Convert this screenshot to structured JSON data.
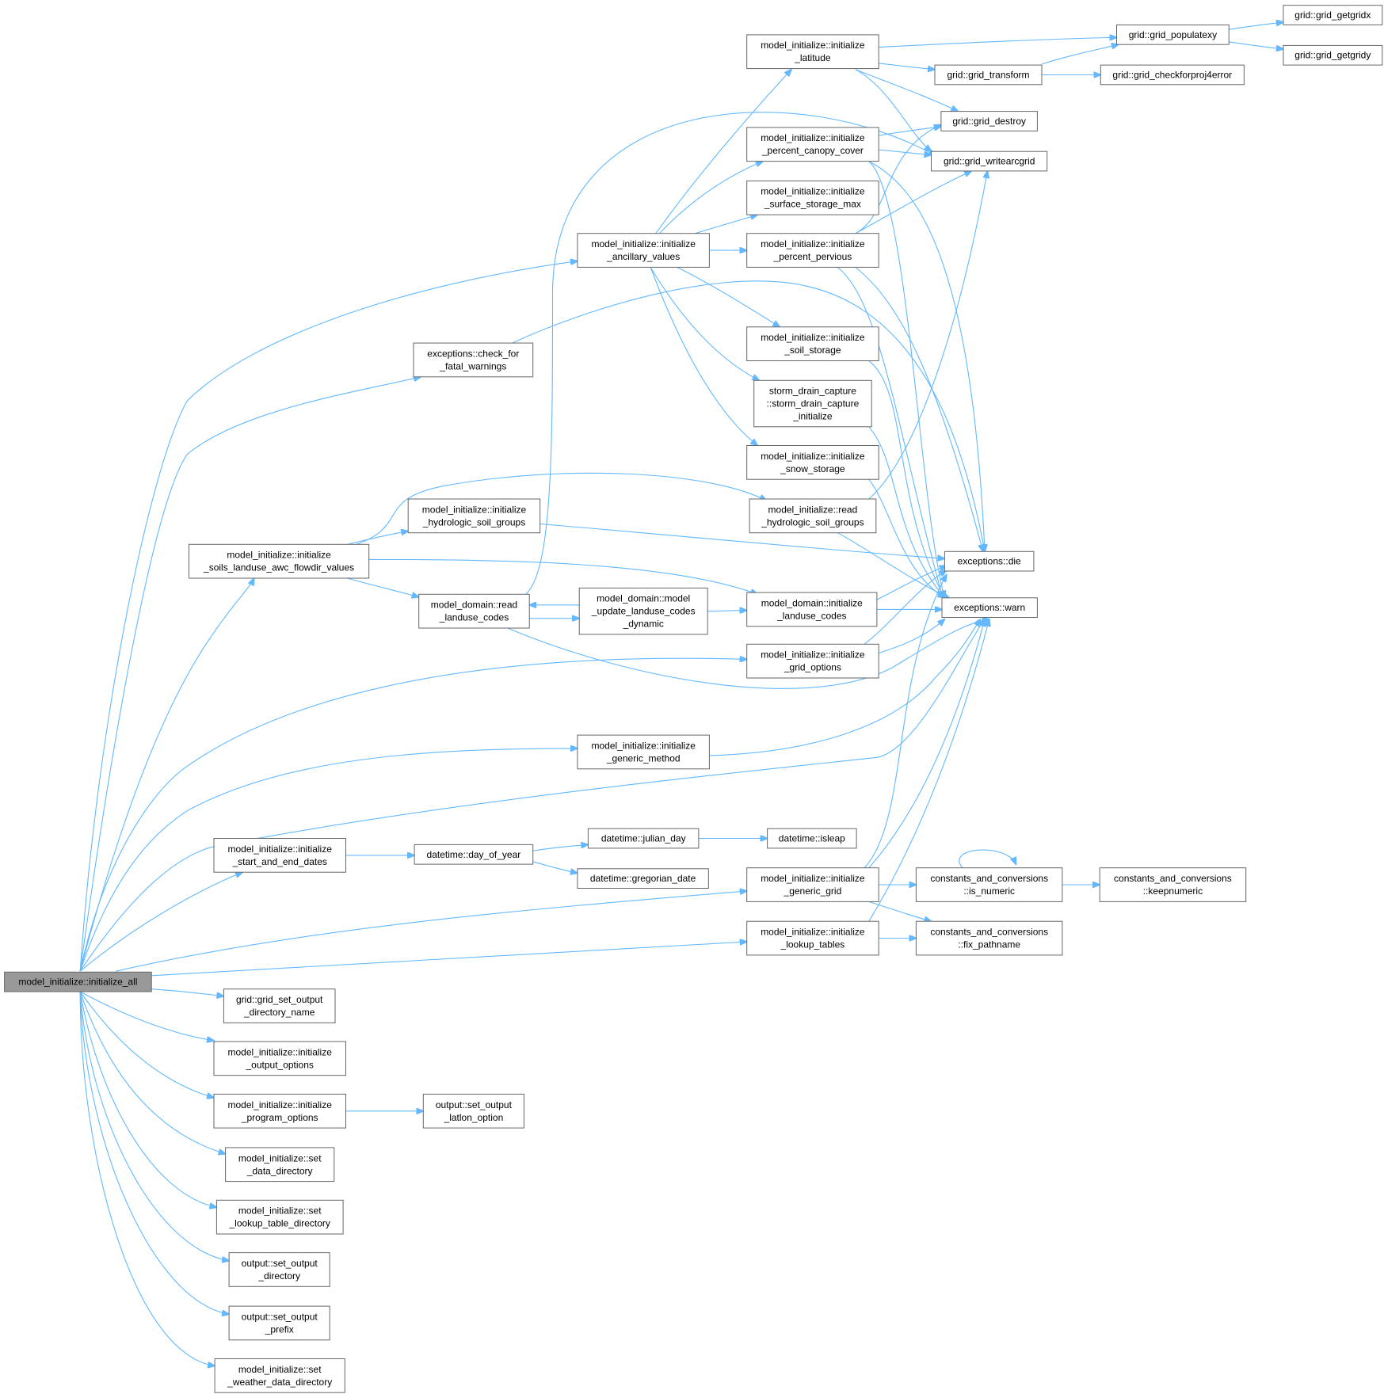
{
  "diagram": {
    "type": "call-graph",
    "root": "model_initialize::initialize_all",
    "colors": {
      "edge": "#63b8ff",
      "node_border": "#666666",
      "root_fill": "#999999",
      "node_fill": "#ffffff"
    },
    "nodes": [
      {
        "id": "root",
        "lines": [
          "model_initialize::initialize_all"
        ]
      },
      {
        "id": "n_lat",
        "lines": [
          "model_initialize::initialize",
          "_latitude"
        ]
      },
      {
        "id": "n_pop",
        "lines": [
          "grid::grid_populatexy"
        ]
      },
      {
        "id": "n_gx",
        "lines": [
          "grid::grid_getgridx"
        ]
      },
      {
        "id": "n_gy",
        "lines": [
          "grid::grid_getgridy"
        ]
      },
      {
        "id": "n_trans",
        "lines": [
          "grid::grid_transform"
        ]
      },
      {
        "id": "n_check",
        "lines": [
          "grid::grid_checkforproj4error"
        ]
      },
      {
        "id": "n_destroy",
        "lines": [
          "grid::grid_destroy"
        ]
      },
      {
        "id": "n_write",
        "lines": [
          "grid::grid_writearcgrid"
        ]
      },
      {
        "id": "n_canopy",
        "lines": [
          "model_initialize::initialize",
          "_percent_canopy_cover"
        ]
      },
      {
        "id": "n_surf",
        "lines": [
          "model_initialize::initialize",
          "_surface_storage_max"
        ]
      },
      {
        "id": "n_anc",
        "lines": [
          "model_initialize::initialize",
          "_ancillary_values"
        ]
      },
      {
        "id": "n_perv",
        "lines": [
          "model_initialize::initialize",
          "_percent_pervious"
        ]
      },
      {
        "id": "n_fatal",
        "lines": [
          "exceptions::check_for",
          "_fatal_warnings"
        ]
      },
      {
        "id": "n_soil",
        "lines": [
          "model_initialize::initialize",
          "_soil_storage"
        ]
      },
      {
        "id": "n_storm",
        "lines": [
          "storm_drain_capture",
          "::storm_drain_capture",
          "_initialize"
        ]
      },
      {
        "id": "n_snow",
        "lines": [
          "model_initialize::initialize",
          "_snow_storage"
        ]
      },
      {
        "id": "n_hsg",
        "lines": [
          "model_initialize::initialize",
          "_hydrologic_soil_groups"
        ]
      },
      {
        "id": "n_rhsg",
        "lines": [
          "model_initialize::read",
          "_hydrologic_soil_groups"
        ]
      },
      {
        "id": "n_die",
        "lines": [
          "exceptions::die"
        ]
      },
      {
        "id": "n_soils",
        "lines": [
          "model_initialize::initialize",
          "_soils_landuse_awc_flowdir_values"
        ]
      },
      {
        "id": "n_rlu",
        "lines": [
          "model_domain::read",
          "_landuse_codes"
        ]
      },
      {
        "id": "n_upd",
        "lines": [
          "model_domain::model",
          "_update_landuse_codes",
          "_dynamic"
        ]
      },
      {
        "id": "n_ilu",
        "lines": [
          "model_domain::initialize",
          "_landuse_codes"
        ]
      },
      {
        "id": "n_warn",
        "lines": [
          "exceptions::warn"
        ]
      },
      {
        "id": "n_gopt",
        "lines": [
          "model_initialize::initialize",
          "_grid_options"
        ]
      },
      {
        "id": "n_gen",
        "lines": [
          "model_initialize::initialize",
          "_generic_method"
        ]
      },
      {
        "id": "n_dates",
        "lines": [
          "model_initialize::initialize",
          "_start_and_end_dates"
        ]
      },
      {
        "id": "n_jul",
        "lines": [
          "datetime::julian_day"
        ]
      },
      {
        "id": "n_leap",
        "lines": [
          "datetime::isleap"
        ]
      },
      {
        "id": "n_doy",
        "lines": [
          "datetime::day_of_year"
        ]
      },
      {
        "id": "n_greg",
        "lines": [
          "datetime::gregorian_date"
        ]
      },
      {
        "id": "n_ggrid",
        "lines": [
          "model_initialize::initialize",
          "_generic_grid"
        ]
      },
      {
        "id": "n_isnum",
        "lines": [
          "constants_and_conversions",
          "::is_numeric"
        ]
      },
      {
        "id": "n_keep",
        "lines": [
          "constants_and_conversions",
          "::keepnumeric"
        ]
      },
      {
        "id": "n_lookup",
        "lines": [
          "model_initialize::initialize",
          "_lookup_tables"
        ]
      },
      {
        "id": "n_fix",
        "lines": [
          "constants_and_conversions",
          "::fix_pathname"
        ]
      },
      {
        "id": "n_outdir",
        "lines": [
          "grid::grid_set_output",
          "_directory_name"
        ]
      },
      {
        "id": "n_outopt",
        "lines": [
          "model_initialize::initialize",
          "_output_options"
        ]
      },
      {
        "id": "n_prog",
        "lines": [
          "model_initialize::initialize",
          "_program_options"
        ]
      },
      {
        "id": "n_latlon",
        "lines": [
          "output::set_output",
          "_latlon_option"
        ]
      },
      {
        "id": "n_datadir",
        "lines": [
          "model_initialize::set",
          "_data_directory"
        ]
      },
      {
        "id": "n_lookdir",
        "lines": [
          "model_initialize::set",
          "_lookup_table_directory"
        ]
      },
      {
        "id": "n_odir",
        "lines": [
          "output::set_output",
          "_directory"
        ]
      },
      {
        "id": "n_opre",
        "lines": [
          "output::set_output",
          "_prefix"
        ]
      },
      {
        "id": "n_wdir",
        "lines": [
          "model_initialize::set",
          "_weather_data_directory"
        ]
      }
    ]
  }
}
